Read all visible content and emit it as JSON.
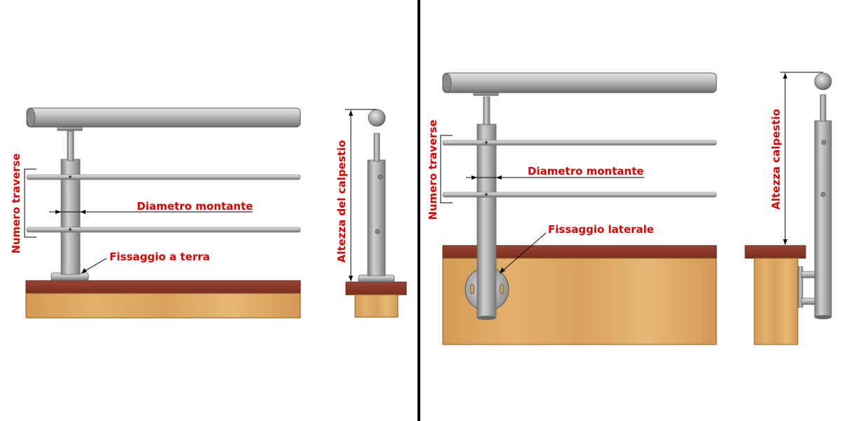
{
  "left_panel": {
    "label_numero_traverse": "Numero traverse",
    "label_diametro_montante": "Diametro montante",
    "label_fissaggio": "Fissaggio a terra",
    "label_altezza": "Altezza del calpestio"
  },
  "right_panel": {
    "label_numero_traverse": "Numero traverse",
    "label_diametro_montante": "Diametro montante",
    "label_fissaggio": "Fissaggio laterale",
    "label_altezza": "Altezza calpestio"
  },
  "colors": {
    "label": "#e00000",
    "divider": "#000000",
    "steel": "#a8a8a8",
    "floor_top": "#8b3a2a",
    "wood": "#d9a560"
  }
}
